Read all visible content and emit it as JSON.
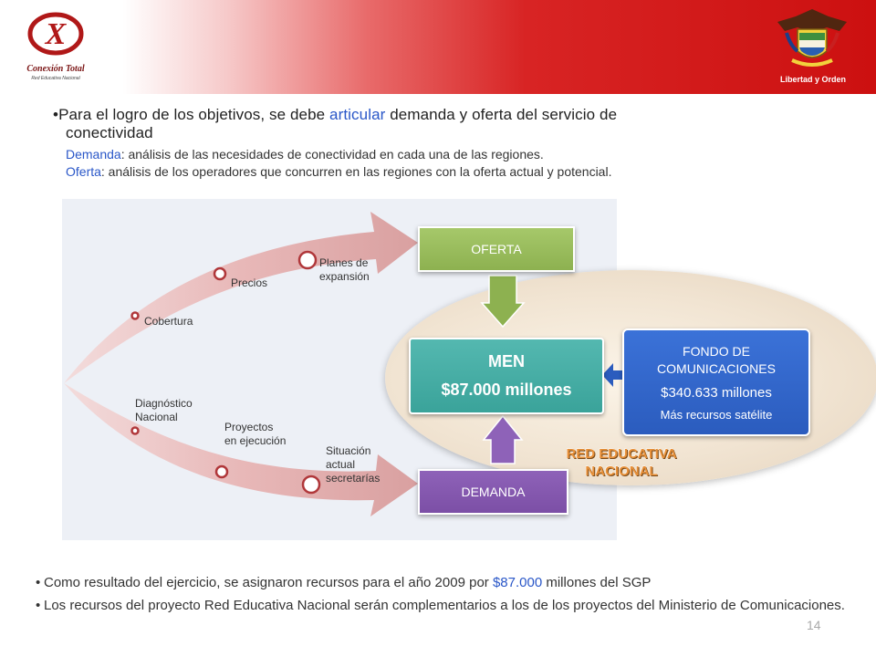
{
  "header": {
    "logo_title": "Conexión Total",
    "logo_subtitle": "Red Educativa Nacional",
    "crest_motto": "Libertad y Orden"
  },
  "intro": {
    "line1_before": "Para el logro de los objetivos, se debe ",
    "line1_accent": "articular",
    "line1_after": " demanda y oferta del servicio de",
    "line2": "conectividad",
    "demanda_label": "Demanda",
    "demanda_text": ": análisis de las necesidades de conectividad en cada una de las regiones.",
    "oferta_label": "Oferta",
    "oferta_text": ": análisis de los operadores que concurren en las regiones con la oferta actual y potencial."
  },
  "diagram": {
    "upper_labels": {
      "cobertura": "Cobertura",
      "precios": "Precios",
      "planes": "Planes de expansión"
    },
    "lower_labels": {
      "diagnostico": "Diagnóstico Nacional",
      "proyectos": "Proyectos en ejecución",
      "situacion": "Situación actual secretarías"
    },
    "oferta": "OFERTA",
    "men_title": "MEN",
    "men_amount": "$87.000 millones",
    "demanda": "DEMANDA",
    "fondo_title": "FONDO DE COMUNICACIONES",
    "fondo_amount": "$340.633 millones",
    "fondo_note": "Más recursos satélite",
    "red_line1": "RED EDUCATIVA",
    "red_line2": "NACIONAL"
  },
  "colors": {
    "oferta": "#8db150",
    "men": "#3aa39a",
    "demanda": "#7c4fa6",
    "fondo": "#2b5cbe",
    "arrow_red": "#b0373a",
    "accent_blue": "#2a57c8"
  },
  "bullets": {
    "b1_before": "Como resultado del ejercicio, se asignaron recursos para el año 2009 por ",
    "b1_accent": "$87.000",
    "b1_after": " millones del SGP",
    "b2": "Los recursos del proyecto Red Educativa Nacional serán complementarios a los de los proyectos del Ministerio de Comunicaciones."
  },
  "page_number": "14"
}
